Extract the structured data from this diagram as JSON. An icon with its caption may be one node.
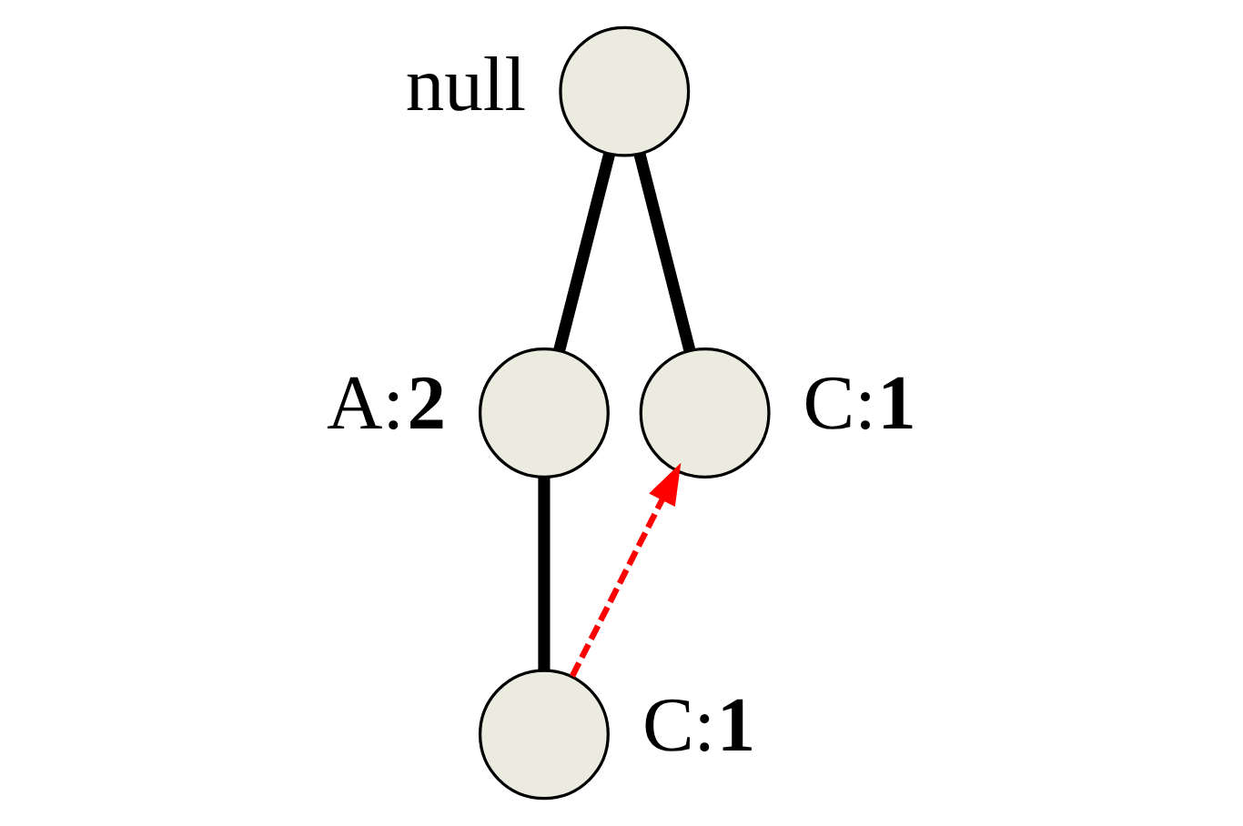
{
  "diagram": {
    "nodes": [
      {
        "text": [],
        "shape": "circle",
        "beside": [
          "null"
        ]
      },
      {
        "text": [],
        "shape": "circle",
        "beside": [
          "A:**2**"
        ]
      },
      {
        "text": [],
        "shape": "circle",
        "beside": [
          "C:**1**"
        ]
      },
      {
        "text": [],
        "shape": "circle",
        "beside": [
          "C:**1**"
        ]
      }
    ],
    "edges": [
      {
        "from": 0,
        "to": 1,
        "arrow": "none"
      },
      {
        "from": 0,
        "to": 2,
        "arrow": "none"
      },
      {
        "from": 1,
        "to": 3,
        "arrow": "none"
      },
      {
        "from": 3,
        "to": 2,
        "arrow": "to",
        "style": "dashed",
        "color": "#ff0000"
      }
    ]
  }
}
